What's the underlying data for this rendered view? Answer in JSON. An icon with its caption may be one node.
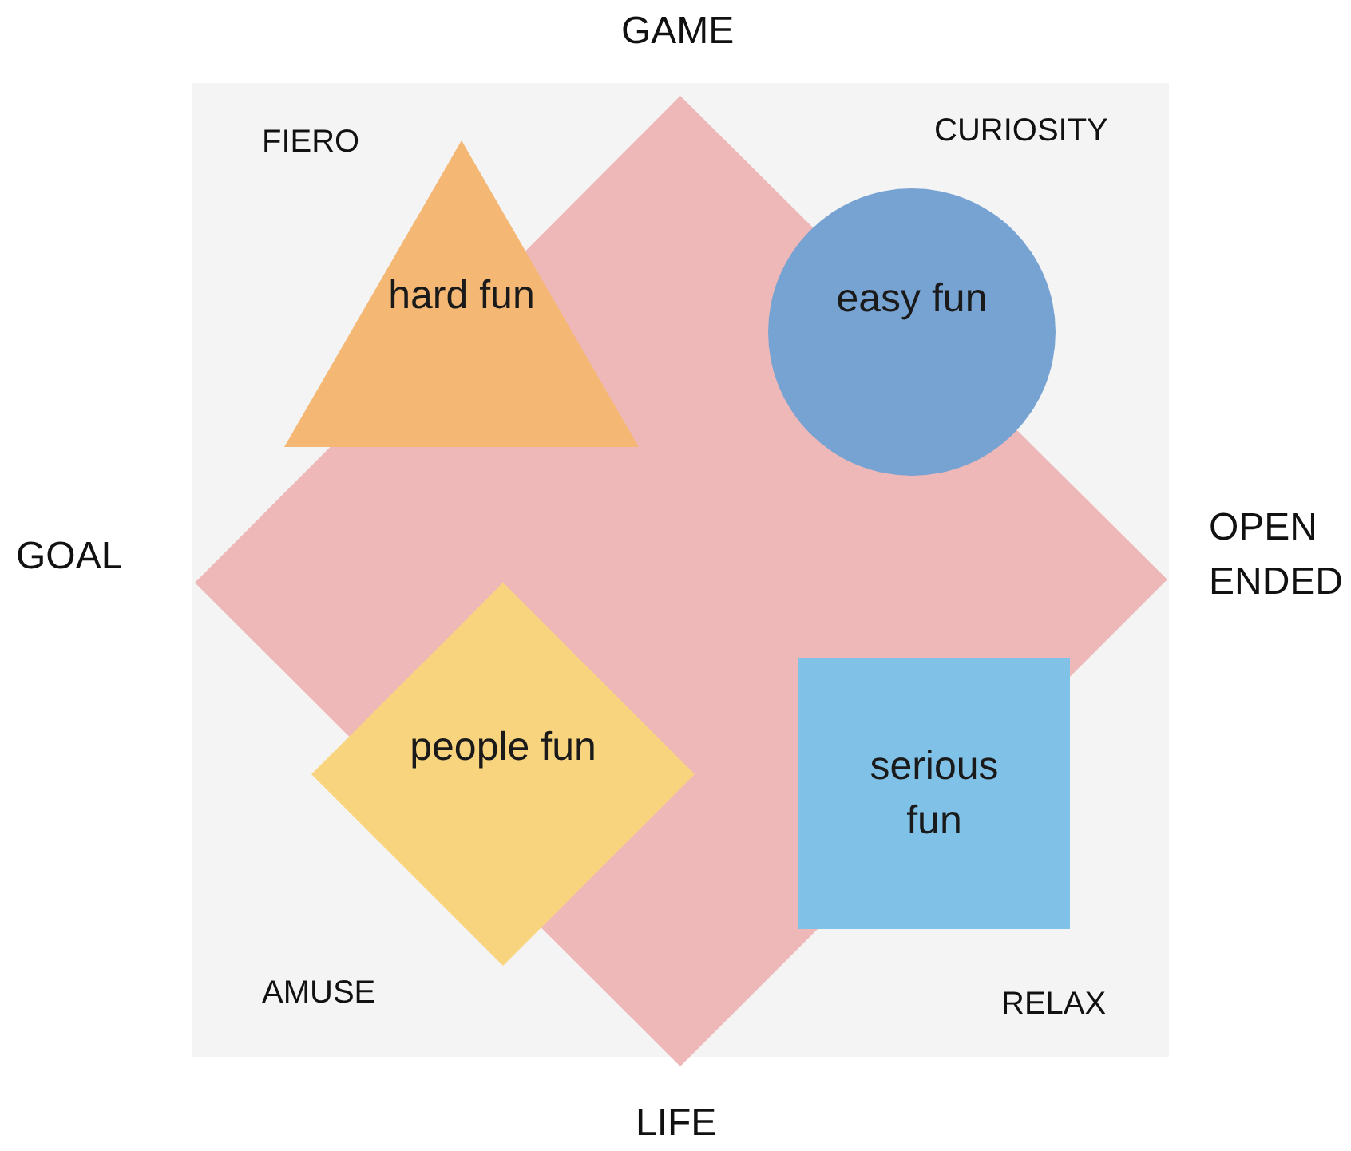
{
  "diagram": {
    "nodes": [
      {
        "text": [
          "hard fun"
        ]
      },
      {
        "text": [
          "easy fun"
        ]
      },
      {
        "text": [
          "people fun"
        ]
      },
      {
        "text": [
          "serious fun"
        ]
      }
    ],
    "labels": [
      "GAME",
      "FIERO",
      "CURIOSITY",
      "GOAL",
      "OPEN ENDED",
      "AMUSE",
      "RELAX",
      "LIFE"
    ]
  }
}
